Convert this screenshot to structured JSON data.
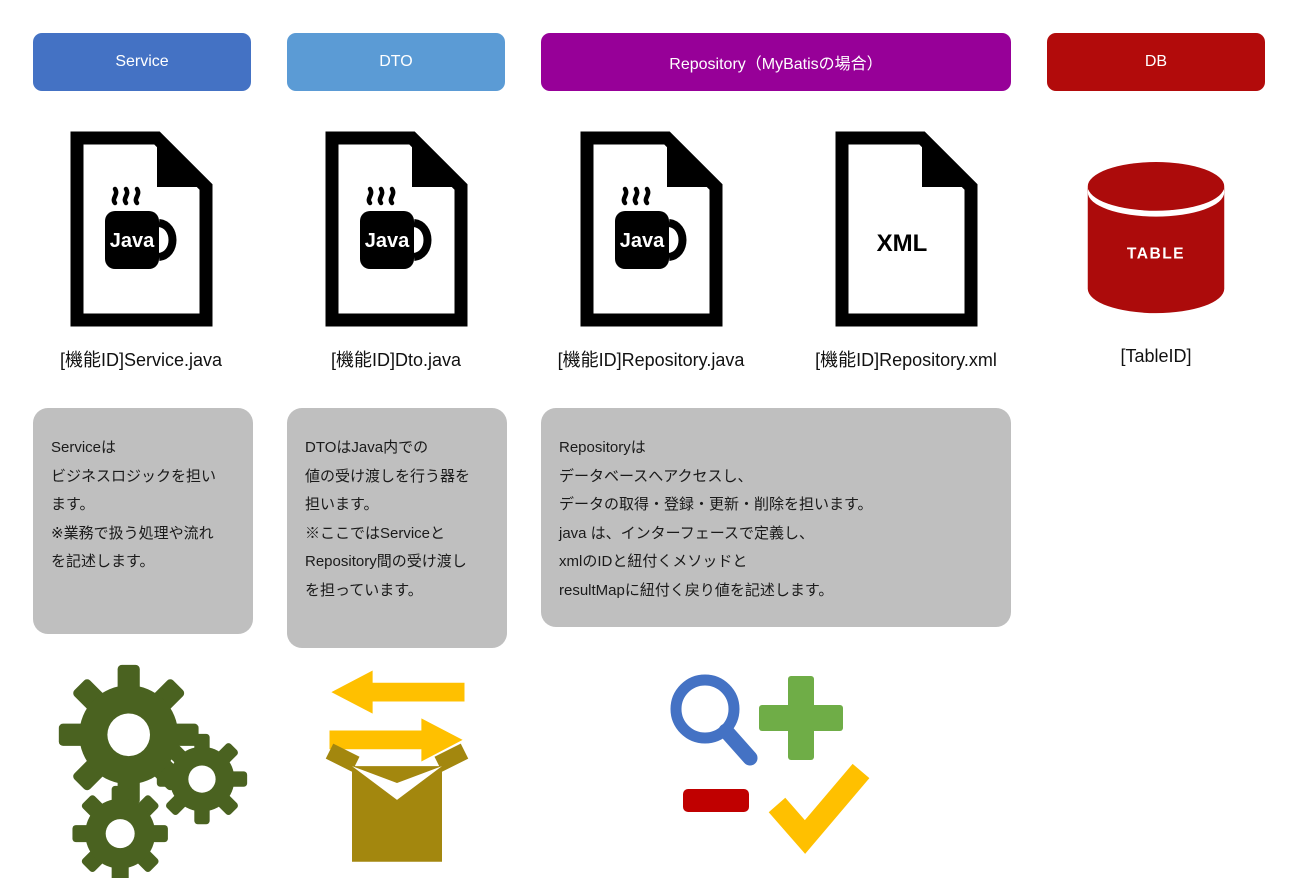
{
  "diagram": {
    "headers": [
      {
        "label": "Service",
        "color": "#4472C4"
      },
      {
        "label": "DTO",
        "color": "#5B9BD5"
      },
      {
        "label": "Repository（MyBatisの場合）",
        "color": "#970098"
      },
      {
        "label": "DB",
        "color": "#B20B0B"
      }
    ],
    "files": [
      {
        "icon": "java-file-icon",
        "icon_label": "Java",
        "filename": "[機能ID]Service.java"
      },
      {
        "icon": "java-file-icon",
        "icon_label": "Java",
        "filename": "[機能ID]Dto.java"
      },
      {
        "icon": "java-file-icon",
        "icon_label": "Java",
        "filename": "[機能ID]Repository.java"
      },
      {
        "icon": "xml-file-icon",
        "icon_label": "XML",
        "filename": "[機能ID]Repository.xml"
      },
      {
        "icon": "database-icon",
        "icon_label": "TABLE",
        "filename": "[TableID]"
      }
    ],
    "notes": [
      {
        "text": "Serviceは\nビジネスロジックを担い\nます。\n※業務で扱う処理や流れ\nを記述します。"
      },
      {
        "text": "DTOはJava内での\n値の受け渡しを行う器を\n担います。\n※ここではServiceと\nRepository間の受け渡し\nを担っています。"
      },
      {
        "text": "Repositoryは\nデータベースへアクセスし、\nデータの取得・登録・更新・削除を担います。\njava は、インターフェースで定義し、\nxmlのIDと紐付くメソッドと\nresultMapに紐付く戻り値を記述します。"
      }
    ],
    "note_bg": "#BFBFBF",
    "bottom_icons": {
      "gears": {
        "name": "gears-icon",
        "color": "#4A6220"
      },
      "package": {
        "name": "package-transfer-icon",
        "box_color": "#A3870E",
        "arrow_color": "#FFC000"
      },
      "crud": {
        "name": "crud-icons",
        "search_color": "#4472C4",
        "plus_color": "#6FAD47",
        "minus_color": "#C00000",
        "check_color": "#FFC000"
      }
    }
  }
}
